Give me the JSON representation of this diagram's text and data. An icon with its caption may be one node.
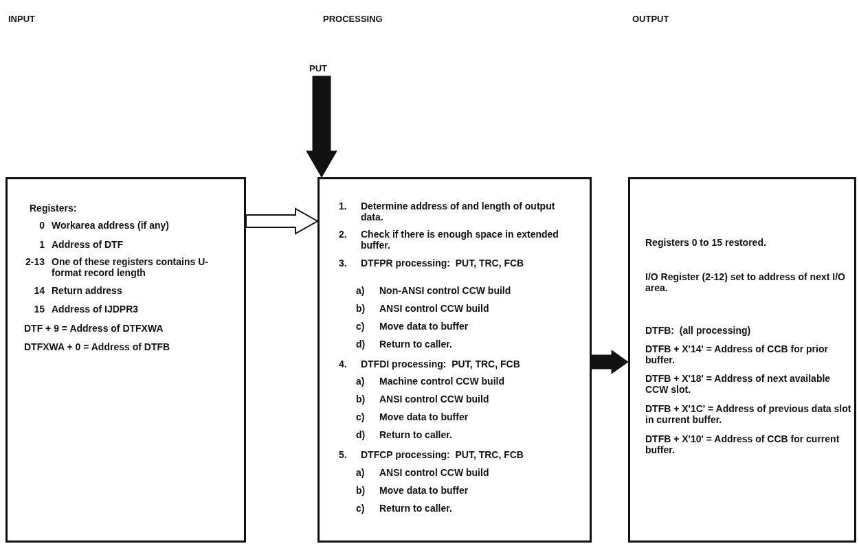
{
  "diagram": {
    "nodes": [
      {
        "text": [
          "Registers:",
          "0 Workarea address (if any)",
          "1 Address of DTF",
          "2-13 One of these registers contains U-format record length",
          "14 Return address",
          "15 Address of IJDPR3",
          "DTF + 9 = Address of DTFXWA",
          "DTFXWA + 0 = Address of DTFB"
        ]
      },
      {
        "text": [
          "1. Determine address of and length of output data.",
          "2. Check if there is enough space in extended buffer.",
          "3. DTFPR processing:  PUT, TRC, FCB",
          "a) Non-ANSI control CCW build",
          "b) ANSI control CCW build",
          "c) Move data to buffer",
          "d) Return to caller.",
          "4. DTFDI processing:  PUT, TRC, FCB",
          "a) Machine control CCW build",
          "b) ANSI control CCW build",
          "c) Move data to buffer",
          "d) Return to caller.",
          "5. DTFCP processing:  PUT, TRC, FCB",
          "a) ANSI control CCW build",
          "b) Move data to buffer",
          "c) Return to caller."
        ]
      },
      {
        "text": [
          "Registers 0 to 15 restored.",
          "I/O Register (2-12) set to address of next I/O area.",
          "DTFB:  (all processing)",
          "DTFB + X'14' = Address of CCB for prior buffer.",
          "DTFB + X'18' = Address of next available CCW slot.",
          "DTFB + X'1C' = Address of previous data slot in current buffer.",
          "DTFB + X'10' = Address of CCB for current buffer."
        ]
      },
      {
        "text": [
          "PUT"
        ]
      }
    ],
    "edges": [
      {
        "from": 3,
        "to": 1,
        "arrow": "to",
        "style": "thick"
      },
      {
        "from": 0,
        "to": 1,
        "arrow": "to"
      },
      {
        "from": 1,
        "to": 2,
        "arrow": "to",
        "style": "thick"
      }
    ],
    "labels": [
      "INPUT",
      "PROCESSING",
      "OUTPUT"
    ]
  }
}
